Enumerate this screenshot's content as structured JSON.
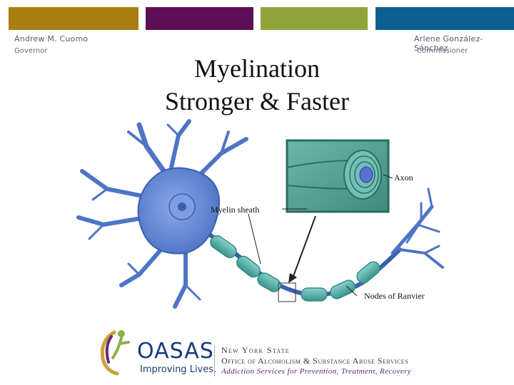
{
  "header": {
    "bars": [
      "#a97f14",
      "#5d0e57",
      "#8fa43a",
      "#0d5e93"
    ],
    "left_name": "Andrew M. Cuomo",
    "left_role": "Governor",
    "right_name": "Arlene González-Sánchez",
    "right_role": "Commissioner"
  },
  "title": {
    "line1": "Myelination",
    "line2": "Stronger & Faster"
  },
  "diagram": {
    "labels": {
      "axon": "Axon",
      "myelin_sheath": "Myelin sheath",
      "nodes": "Nodes of Ranvier"
    },
    "colors": {
      "neuron": "#6b8fd8",
      "neuron_dark": "#3b5fb0",
      "sheath": "#5fb8b0",
      "sheath_dark": "#2f8a84",
      "inset_bg": "#5aa596"
    }
  },
  "footer": {
    "logo_name": "OASAS",
    "tagline": "Improving Lives.",
    "org_line1": "New York State",
    "org_line2": "Office of Alcoholism & Substance Abuse Services",
    "org_line3": "Addiction Services for Prevention, Treatment, Recovery",
    "colors": {
      "navy": "#163a7c",
      "purple": "#6a2a74",
      "gold": "#c9a23a",
      "green": "#8ab04a"
    }
  }
}
